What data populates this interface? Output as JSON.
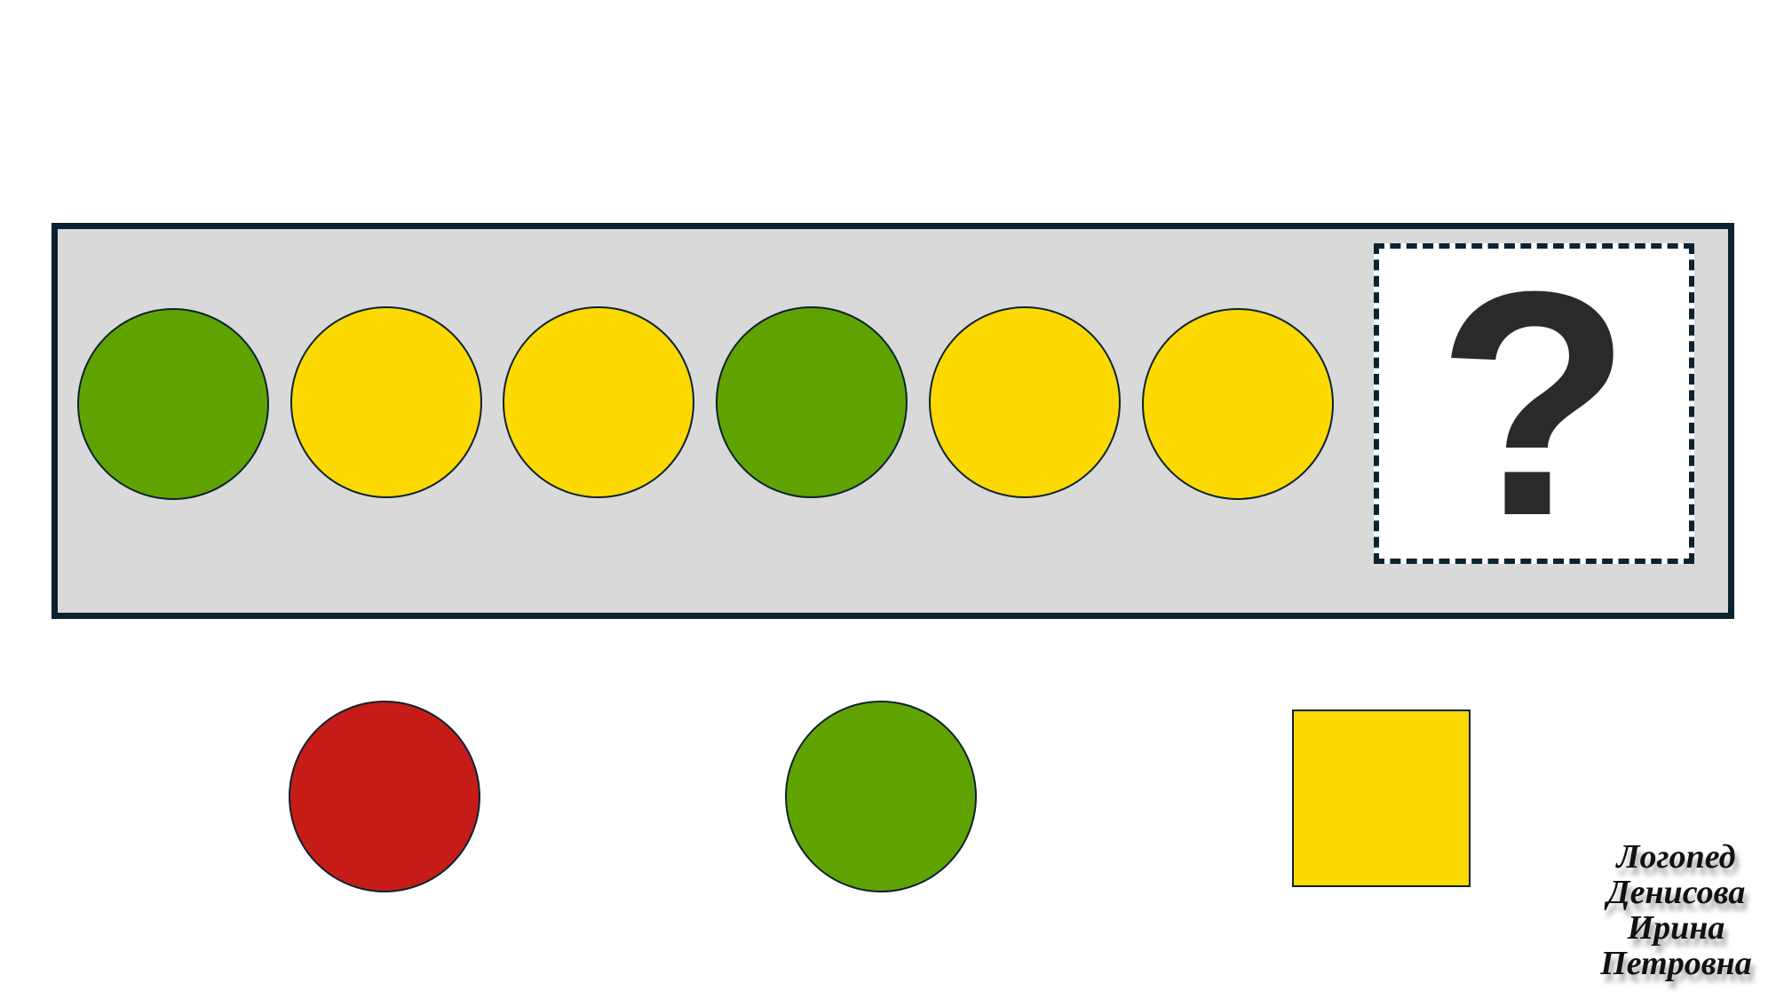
{
  "sequence": {
    "items": [
      {
        "shape": "circle",
        "color": "#60a300"
      },
      {
        "shape": "circle",
        "color": "#fcd900"
      },
      {
        "shape": "circle",
        "color": "#fcd900"
      },
      {
        "shape": "circle",
        "color": "#60a300"
      },
      {
        "shape": "circle",
        "color": "#fcd900"
      },
      {
        "shape": "circle",
        "color": "#fcd900"
      }
    ],
    "missing_symbol": "?"
  },
  "options": [
    {
      "shape": "circle",
      "color": "#c61c18"
    },
    {
      "shape": "circle",
      "color": "#60a300"
    },
    {
      "shape": "square",
      "color": "#fcd900"
    }
  ],
  "signature": {
    "lines": [
      "Логопед",
      "Денисова",
      "Ирина",
      "Петровна"
    ]
  },
  "colors": {
    "border": "#0b2230",
    "panel": "#d9d9d9"
  }
}
